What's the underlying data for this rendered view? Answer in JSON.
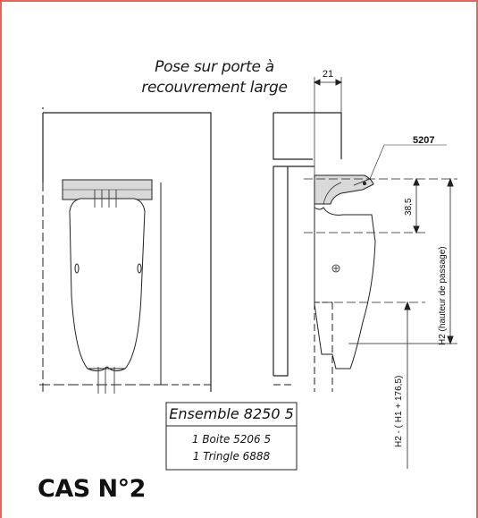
{
  "heading": {
    "line1": "Pose sur porte à",
    "line2": "recouvrement large"
  },
  "dimensions": {
    "gap": "21",
    "part_ref": "5207",
    "offset": "38,5",
    "h2_label": "H2 (hauteur de passage)",
    "h2_formula": "H2 - ( H1 + 176,5)"
  },
  "ensemble": {
    "title": "Ensemble 8250 5",
    "line1": "1 Boite 5206 5",
    "line2": "1 Tringle 6888"
  },
  "case_label": "CAS N°2",
  "colors": {
    "frame": "#e4645a",
    "box_fill": "#d9d9d9",
    "ink": "#222222"
  }
}
